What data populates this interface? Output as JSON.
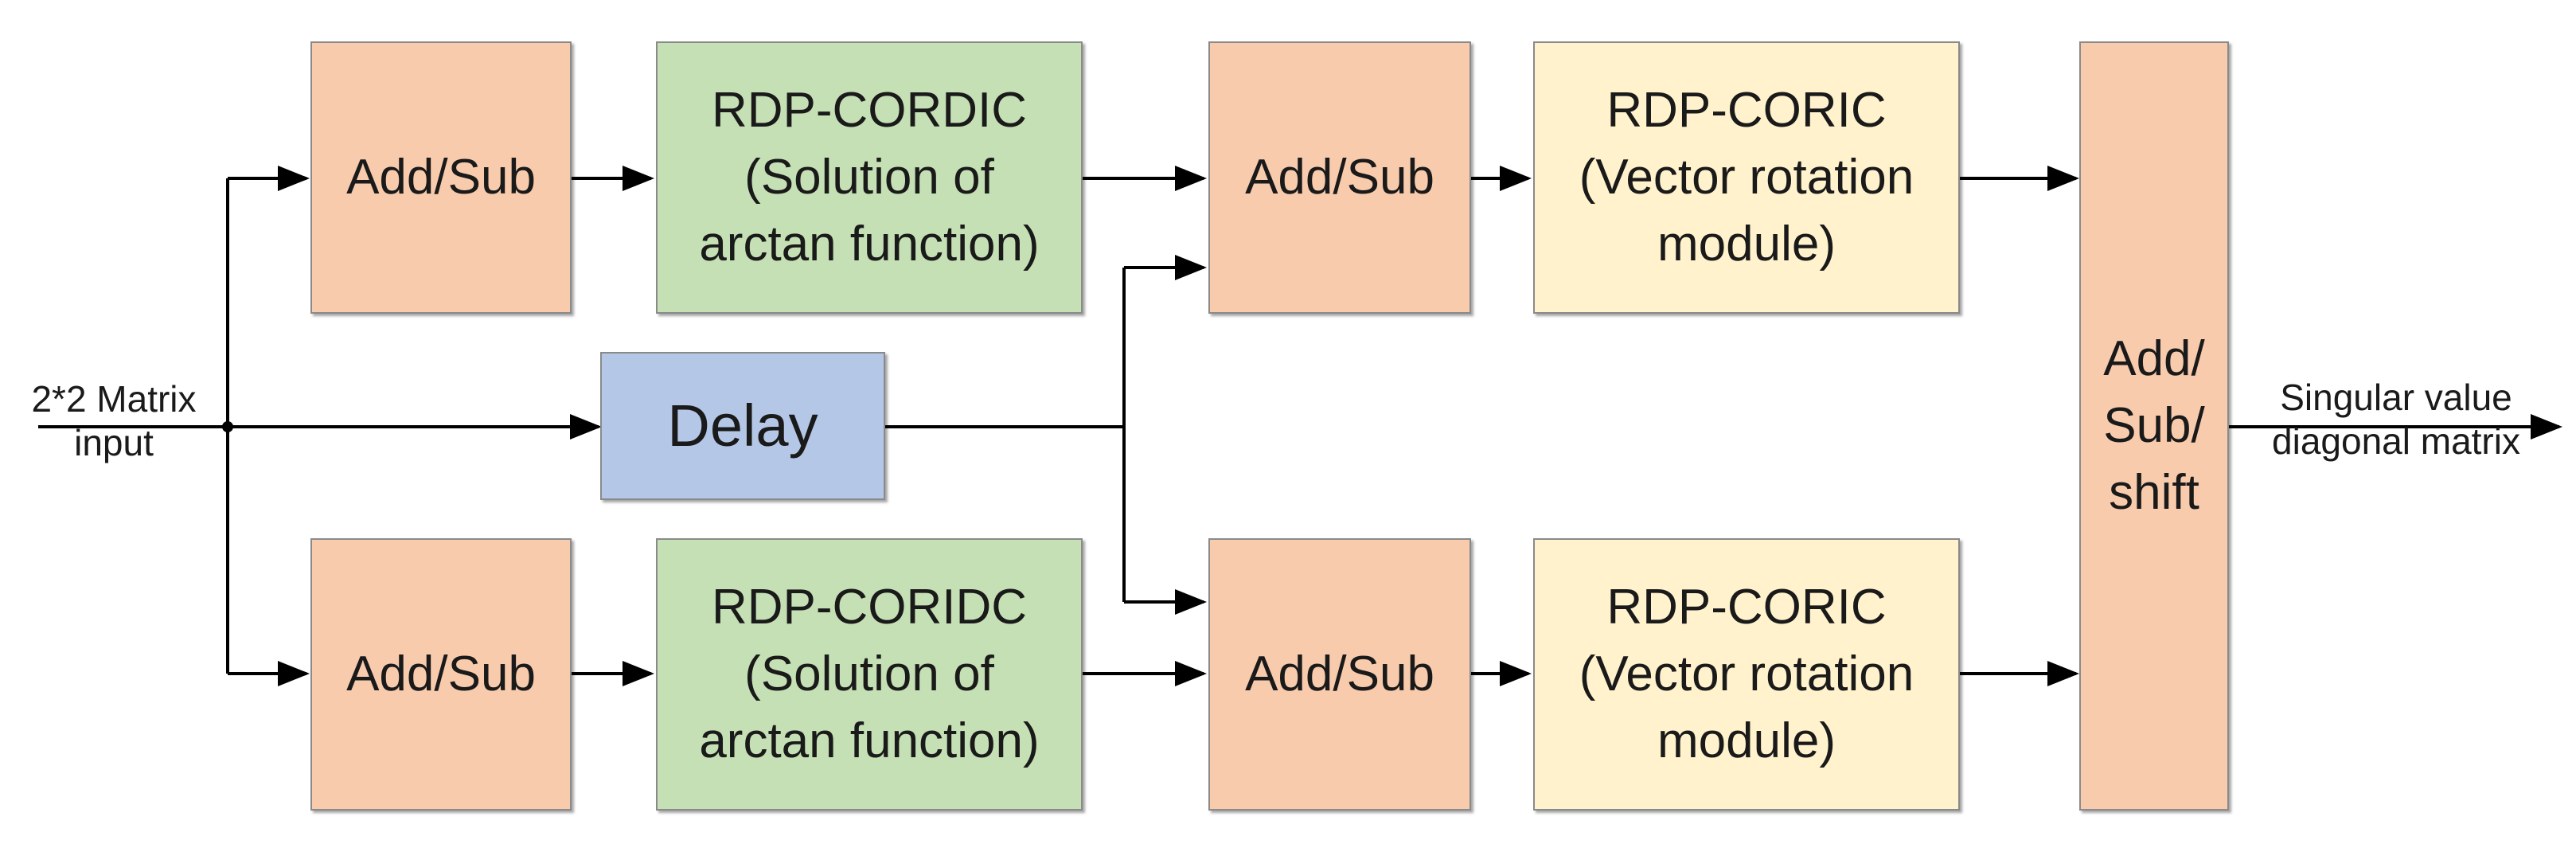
{
  "input_label": [
    "2*2 Matrix",
    "input"
  ],
  "output_label": [
    "Singular value",
    "diagonal matrix"
  ],
  "colors": {
    "addsub": "#f8cbad",
    "cordic": "#c5e0b4",
    "rotation": "#fff2cc",
    "delay": "#b4c7e7",
    "line": "#000000"
  },
  "blocks": {
    "addsub_top_1": [
      "Add/Sub"
    ],
    "cordic_top": [
      "RDP-CORDIC",
      "(Solution of",
      "arctan function)"
    ],
    "addsub_top_2": [
      "Add/Sub"
    ],
    "rotation_top": [
      "RDP-CORIC",
      "(Vector rotation",
      "module)"
    ],
    "delay": [
      "Delay"
    ],
    "addsub_bottom_1": [
      "Add/Sub"
    ],
    "cordic_bottom": [
      "RDP-CORIDC",
      "(Solution of",
      "arctan function)"
    ],
    "addsub_bottom_2": [
      "Add/Sub"
    ],
    "rotation_bottom": [
      "RDP-CORIC",
      "(Vector rotation",
      "module)"
    ],
    "final": [
      "Add/",
      "Sub/",
      "shift"
    ]
  }
}
